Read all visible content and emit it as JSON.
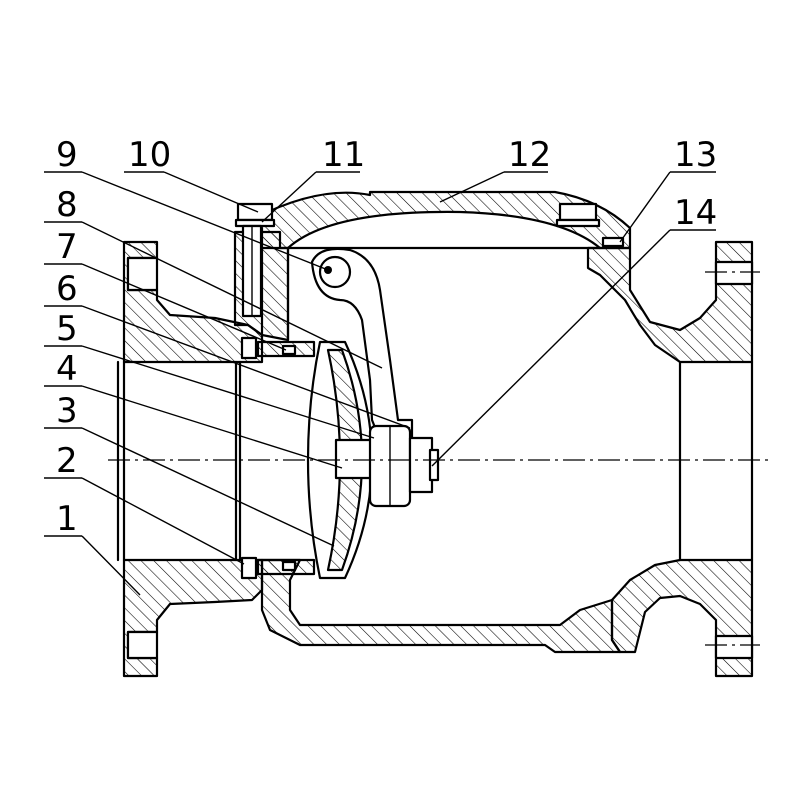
{
  "callouts": [
    {
      "id": 1,
      "label": "1"
    },
    {
      "id": 2,
      "label": "2"
    },
    {
      "id": 3,
      "label": "3"
    },
    {
      "id": 4,
      "label": "4"
    },
    {
      "id": 5,
      "label": "5"
    },
    {
      "id": 6,
      "label": "6"
    },
    {
      "id": 7,
      "label": "7"
    },
    {
      "id": 8,
      "label": "8"
    },
    {
      "id": 9,
      "label": "9"
    },
    {
      "id": 10,
      "label": "10"
    },
    {
      "id": 11,
      "label": "11"
    },
    {
      "id": 12,
      "label": "12"
    },
    {
      "id": 13,
      "label": "13"
    },
    {
      "id": 14,
      "label": "14"
    }
  ],
  "colors": {
    "line": "#000000",
    "background": "#ffffff"
  }
}
